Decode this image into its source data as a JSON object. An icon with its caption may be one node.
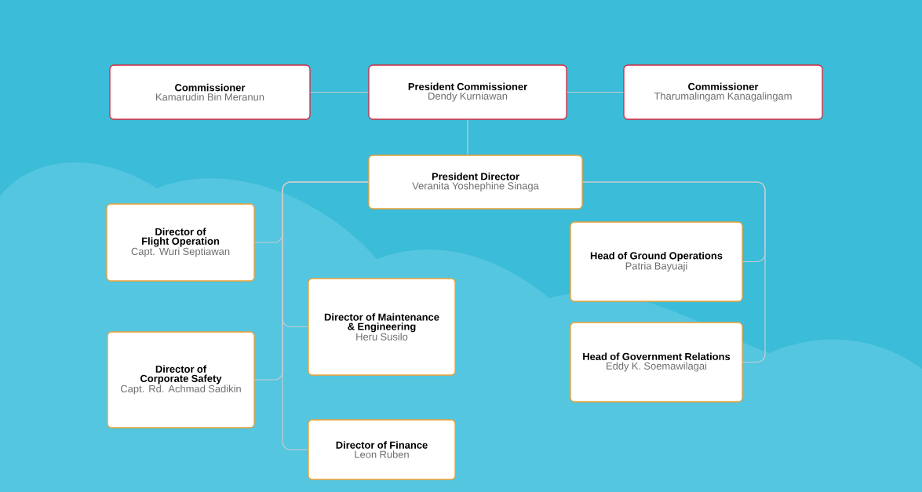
{
  "diagram": {
    "nodes": [
      {
        "text": [
          "Commissioner",
          "Kamarudin Bin Meranun"
        ]
      },
      {
        "text": [
          "President Commissioner",
          "Dendy Kurniawan"
        ]
      },
      {
        "text": [
          "Commissioner",
          "Tharumalingam Kanagalingam"
        ]
      },
      {
        "text": [
          "President Director",
          "Veranita Yoshephine Sinaga"
        ]
      },
      {
        "text": [
          "Director of Flight Operation",
          "Capt. Wuri Septiawan"
        ]
      },
      {
        "text": [
          "Director of Maintenance & Engineering",
          "Heru Susilo"
        ]
      },
      {
        "text": [
          "Director of Corporate Safety",
          "Capt. Rd. Achmad Sadikin"
        ]
      },
      {
        "text": [
          "Director of Finance",
          "Leon Ruben"
        ]
      },
      {
        "text": [
          "Head of Ground Operations",
          "Patria Bayuaji"
        ]
      },
      {
        "text": [
          "Head of Government Relations",
          "Eddy K. Soemawilagai"
        ]
      }
    ],
    "edges": [
      {
        "from": 0,
        "to": 1,
        "arrow": "none"
      },
      {
        "from": 1,
        "to": 2,
        "arrow": "none"
      },
      {
        "from": 1,
        "to": 3,
        "arrow": "none"
      },
      {
        "from": 3,
        "to": 4,
        "arrow": "none"
      },
      {
        "from": 3,
        "to": 5,
        "arrow": "none"
      },
      {
        "from": 3,
        "to": 6,
        "arrow": "none"
      },
      {
        "from": 3,
        "to": 7,
        "arrow": "none"
      },
      {
        "from": 3,
        "to": 8,
        "arrow": "none"
      },
      {
        "from": 3,
        "to": 9,
        "arrow": "none"
      }
    ]
  }
}
